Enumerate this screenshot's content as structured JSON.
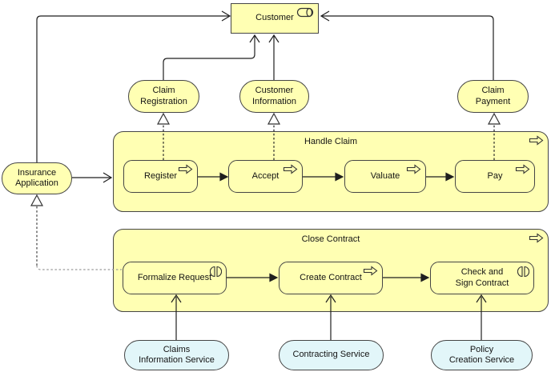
{
  "diagram_title": "Insurance claim handling process view (ArchiMate)",
  "colors": {
    "yellow": "#ffffb3",
    "blue": "#e2f6f9",
    "border": "#454545",
    "line": "#1f1f1f",
    "dotted-gray": "#9a9a9a"
  },
  "icons": {
    "customer_icon": "business-role-icon",
    "process_icon": "process-arrow-icon",
    "interaction_icon": "business-interaction-icon"
  },
  "nodes": {
    "customer": {
      "label": "Customer"
    },
    "claim_registration": {
      "label": "Claim\nRegistration"
    },
    "customer_information": {
      "label": "Customer\nInformation"
    },
    "claim_payment": {
      "label": "Claim\nPayment"
    },
    "insurance_application": {
      "label": "Insurance\nApplication"
    },
    "handle_claim": {
      "label": "Handle Claim"
    },
    "register": {
      "label": "Register"
    },
    "accept": {
      "label": "Accept"
    },
    "valuate": {
      "label": "Valuate"
    },
    "pay": {
      "label": "Pay"
    },
    "close_contract": {
      "label": "Close Contract"
    },
    "formalize_request": {
      "label": "Formalize Request"
    },
    "create_contract": {
      "label": "Create Contract"
    },
    "check_sign_contract": {
      "label": "Check and\nSign Contract"
    },
    "claims_information_service": {
      "label": "Claims\nInformation Service"
    },
    "contracting_service": {
      "label": "Contracting Service"
    },
    "policy_creation_service": {
      "label": "Policy\nCreation Service"
    }
  },
  "relationships": {
    "serving": [
      "insurance-application to customer",
      "claim-registration to customer",
      "customer-information to customer",
      "claim-payment to customer",
      "insurance-application to handle-claim",
      "claims-information-service to formalize-request",
      "contracting-service to create-contract",
      "policy-creation-service to check-sign-contract"
    ],
    "triggering": [
      "register to accept",
      "accept to valuate",
      "valuate to pay",
      "formalize-request to create-contract",
      "create-contract to check-sign-contract"
    ],
    "realization": [
      "register to claim-registration",
      "accept to customer-information",
      "pay to claim-payment",
      "formalize-request to insurance-application"
    ]
  }
}
